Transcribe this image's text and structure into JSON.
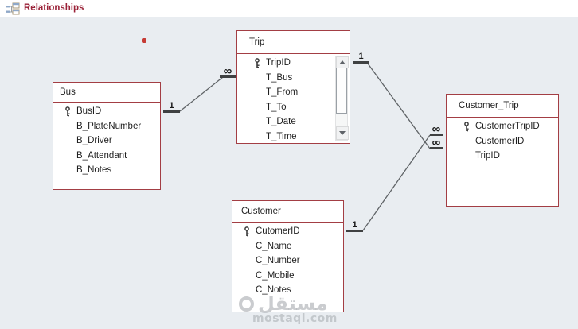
{
  "window": {
    "tab_label": "Relationships"
  },
  "colors": {
    "accent_maroon": "#a33e44",
    "tab_text": "#9a2137",
    "canvas": "#e9edf1",
    "relation_line": "#5f6366",
    "cardinality_bar": "#3f4142",
    "watermark_gray": "#9ea3a8"
  },
  "tables": [
    {
      "title": "Bus",
      "fields": [
        {
          "name": "BusID",
          "pk": true
        },
        {
          "name": "B_PlateNumber",
          "pk": false
        },
        {
          "name": "B_Driver",
          "pk": false
        },
        {
          "name": "B_Attendant",
          "pk": false
        },
        {
          "name": "B_Notes",
          "pk": false
        }
      ]
    },
    {
      "title": "Trip",
      "has_scrollbar": true,
      "fields": [
        {
          "name": "TripID",
          "pk": true
        },
        {
          "name": "T_Bus",
          "pk": false
        },
        {
          "name": "T_From",
          "pk": false
        },
        {
          "name": "T_To",
          "pk": false
        },
        {
          "name": "T_Date",
          "pk": false
        },
        {
          "name": "T_Time",
          "pk": false
        }
      ]
    },
    {
      "title": "Customer",
      "fields": [
        {
          "name": "CutomerID",
          "pk": true
        },
        {
          "name": "C_Name",
          "pk": false
        },
        {
          "name": "C_Number",
          "pk": false
        },
        {
          "name": "C_Mobile",
          "pk": false
        },
        {
          "name": "C_Notes",
          "pk": false
        }
      ]
    },
    {
      "title": "Customer_Trip",
      "fields": [
        {
          "name": "CustomerTripID",
          "pk": true
        },
        {
          "name": "CustomerID",
          "pk": false
        },
        {
          "name": "TripID",
          "pk": false
        }
      ]
    }
  ],
  "relationships": [
    {
      "pair": "Bus-Trip",
      "one": "1",
      "many": "∞"
    },
    {
      "pair": "Trip-Customer_Trip",
      "one": "1",
      "many": "∞"
    },
    {
      "pair": "Customer-Customer_Trip",
      "one": "1",
      "many": "∞"
    }
  ],
  "watermark": {
    "logo_text": "مستقل",
    "domain": "mostaql.com"
  }
}
